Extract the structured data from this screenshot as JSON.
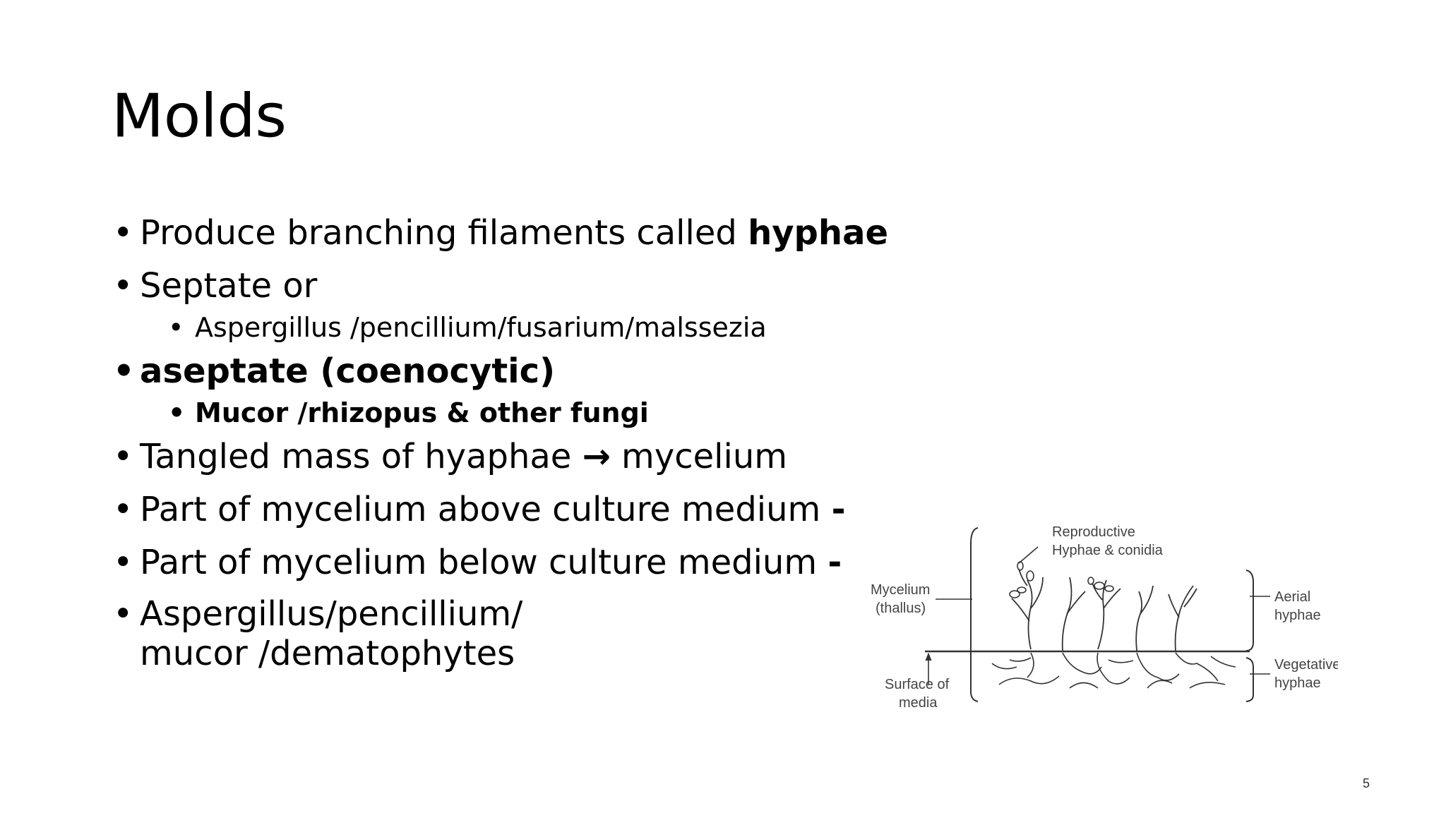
{
  "slide": {
    "title": "Molds",
    "bullets": [
      {
        "text": "Produce branching filaments called ",
        "bold_text": "hyphae"
      },
      {
        "text": "Septate or"
      },
      {
        "sub": "Aspergillus /pencillium/fusarium/malssezia"
      },
      {
        "text": "aseptate (coenocytic)"
      },
      {
        "sub": "Mucor /rhizopus & other fungi"
      },
      {
        "text": "Tangled mass of hyaphae ",
        "arrow": "→",
        "text2": " mycelium"
      },
      {
        "text": "Part of mycelium above culture medium ",
        "dash": "-"
      },
      {
        "text": "Part of mycelium below culture medium ",
        "dash": "-"
      },
      {
        "text": "Aspergillus/pencillium/",
        "text2": "mucor /dematophytes"
      }
    ],
    "page_number": "5"
  },
  "diagram": {
    "labels": {
      "reproductive_line1": "Reproductive",
      "reproductive_line2": "Hyphae & conidia",
      "mycelium_line1": "Mycelium",
      "mycelium_line2": "(thallus)",
      "aerial_line1": "Aerial",
      "aerial_line2": "hyphae",
      "vegetative_line1": "Vegetative",
      "vegetative_line2": "hyphae",
      "surface_line1": "Surface of",
      "surface_line2": "media"
    }
  }
}
